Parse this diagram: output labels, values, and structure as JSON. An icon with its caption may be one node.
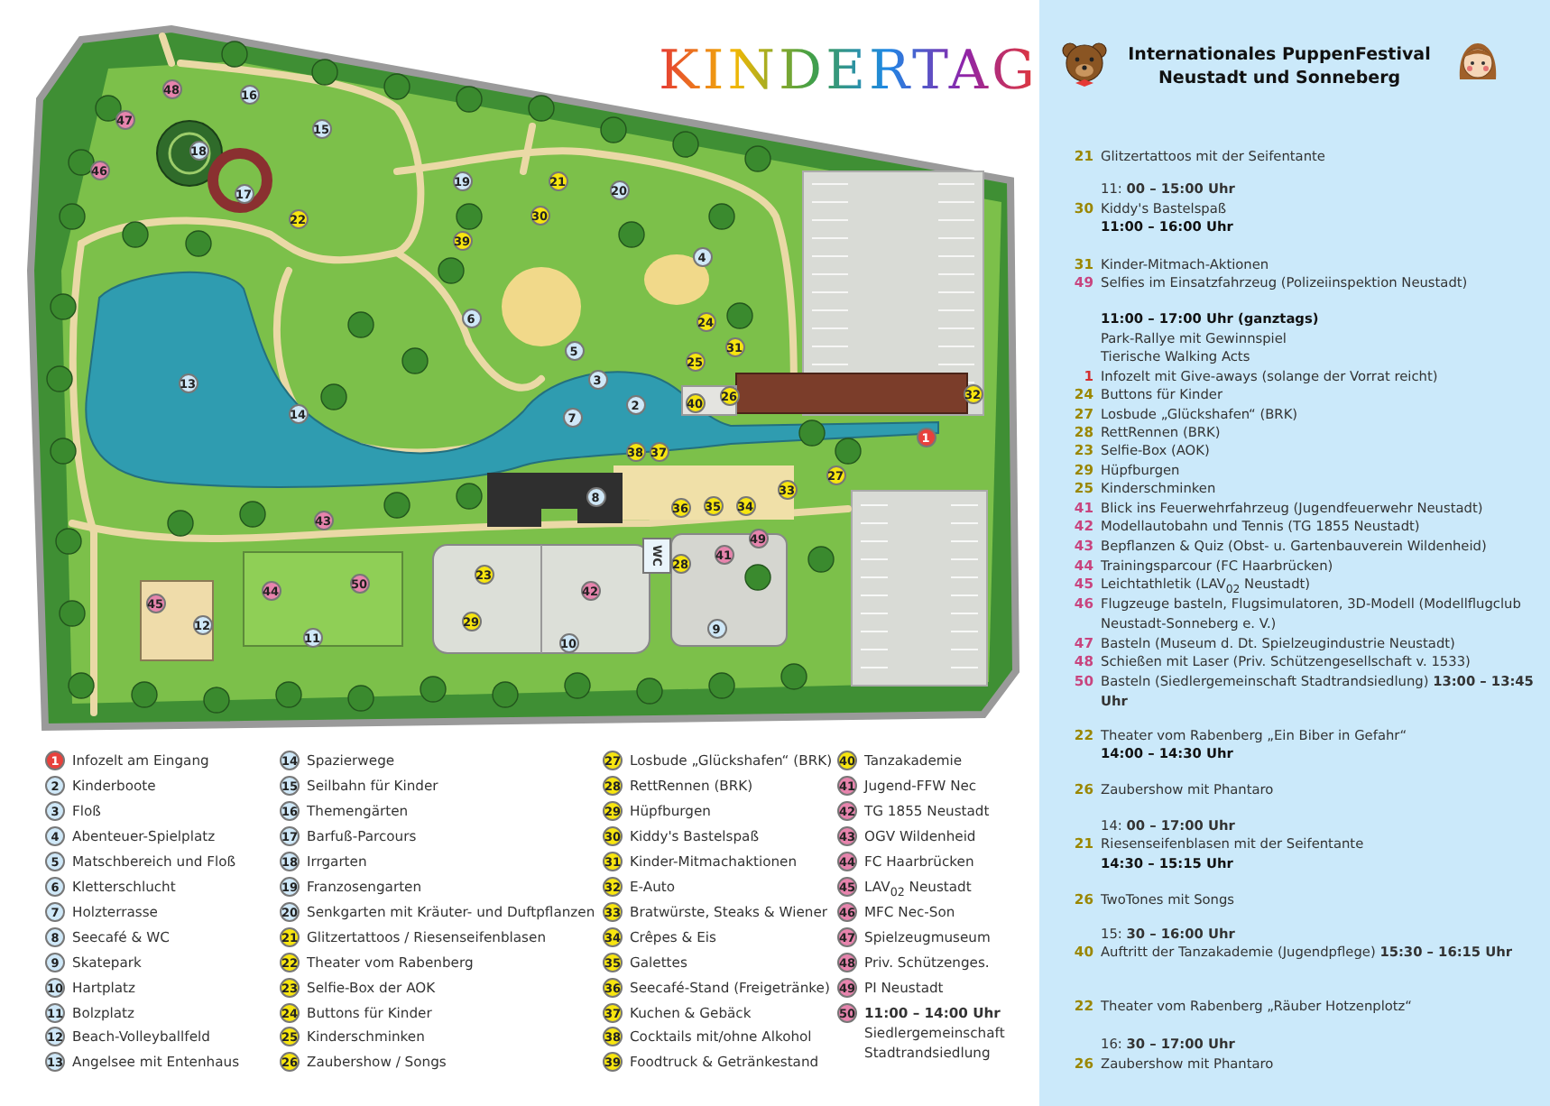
{
  "diagram": {
    "title": "KINDERTAG",
    "labels": [
      "Internationales PuppenFestival Neustadt und Sonneberg",
      "WC",
      "1",
      "2",
      "3",
      "4",
      "5",
      "6",
      "7",
      "8",
      "9",
      "10",
      "11",
      "12",
      "13",
      "14",
      "15",
      "16",
      "17",
      "18",
      "19",
      "20",
      "21",
      "22",
      "23",
      "24",
      "25",
      "26",
      "27",
      "28",
      "29",
      "30",
      "31",
      "32",
      "33",
      "36",
      "35",
      "34",
      "38",
      "37",
      "39",
      "40",
      "41",
      "42",
      "43",
      "44",
      "45",
      "46",
      "47",
      "48",
      "49",
      "50",
      "1",
      "2",
      "3",
      "4",
      "5",
      "6",
      "7",
      "8",
      "9",
      "10",
      "11",
      "12",
      "13",
      "14",
      "15",
      "16",
      "17",
      "18",
      "19",
      "20",
      "21",
      "22",
      "23",
      "24",
      "25",
      "26",
      "27",
      "28",
      "29",
      "30",
      "31",
      "32",
      "33",
      "34",
      "35",
      "36",
      "37",
      "38",
      "39",
      "40",
      "41",
      "42",
      "43",
      "44",
      "45",
      "46",
      "47",
      "48",
      "49",
      "50",
      "21",
      "Glitzertattoos mit der Seifentante",
      "11: **00 – 15:00 Uhr**",
      "30",
      "Kiddy's Bastelspaß",
      "11:00 – 16:00 Uhr",
      "31",
      "Kinder-Mitmach-Aktionen",
      "49",
      "Selfies im Einsatzfahrzeug (Polizeiinspektion Neustadt)",
      "11:00 – 17:00 Uhr (ganztags)",
      "Park-Rallye mit Gewinnspiel",
      "Tierische Walking Acts",
      "1",
      "Infozelt mit Give-aways (solange der Vorrat reicht)",
      "24",
      "Buttons für Kinder",
      "27",
      "Losbude „Glückshafen“ (BRK)",
      "28",
      "RettRennen (BRK)",
      "23",
      "Selfie-Box (AOK)",
      "29",
      "Hüpfburgen",
      "25",
      "Kinderschminken",
      "41",
      "Blick ins Feuerwehrfahrzeug (Jugendfeuerwehr Neustadt)",
      "42",
      "Modellautobahn und Tennis (TG 1855 Neustadt)",
      "43",
      "Bepflanzen & Quiz (Obst- u. Gartenbauverein Wildenheid)",
      "44",
      "Trainingsparcour (FC Haarbrücken)",
      "45",
      "Leichtathletik (LAV$_{02}$ Neustadt)",
      "46",
      "Flugzeuge basteln, Flugsimulatoren, 3D-Modell (Modellflugclub Neustadt-Sonneberg e. V.)",
      "47",
      "Basteln (Museum d. Dt. Spielzeugindustrie Neustadt)",
      "48",
      "Schießen mit Laser (Priv. Schützengesellschaft v. 1533)",
      "50",
      "Basteln (Siedlergemeinschaft Stadtrandsiedlung) **13:00 – 13:45 Uhr**",
      "22",
      "Theater vom Rabenberg „Ein Biber in Gefahr“",
      "14:00 – 14:30 Uhr",
      "26",
      "Zaubershow mit Phantaro",
      "14: **00 – 17:00 Uhr**",
      "21",
      "Riesenseifenblasen mit der Seifentante",
      "14:30 – 15:15 Uhr",
      "26",
      "TwoTones mit Songs",
      "15: **30 – 16:00 Uhr**",
      "40",
      "Auftritt  der Tanzakademie (Jugendpflege) **15:30 – 16:15 Uhr**",
      "22",
      "Theater vom Rabenberg „Räuber Hotzenplotz“",
      "16: **30 – 17:00 Uhr**",
      "26",
      "Zaubershow mit Phantaro"
    ],
    "legend": [
      {
        "text": "Infozelt am Eingang",
        "color": "#e8413c"
      },
      {
        "text": "Kinderboote",
        "color": "#cfe8f8"
      },
      {
        "text": "Floß",
        "color": "#cfe8f8"
      },
      {
        "text": "Abenteuer-Spielplatz",
        "color": "#cfe8f8"
      },
      {
        "text": "Matschbereich und Floß",
        "color": "#cfe8f8"
      },
      {
        "text": "Kletterschlucht",
        "color": "#cfe8f8"
      },
      {
        "text": "Holzterrasse",
        "color": "#cfe8f8"
      },
      {
        "text": "Seecafé & WC",
        "color": "#cfe8f8"
      },
      {
        "text": "Skatepark",
        "color": "#cfe8f8"
      },
      {
        "text": "Hartplatz",
        "color": "#cfe8f8"
      },
      {
        "text": "Bolzplatz",
        "color": "#cfe8f8"
      },
      {
        "text": "Beach-Volleyballfeld",
        "color": "#cfe8f8"
      },
      {
        "text": "Angelsee mit Entenhaus",
        "color": "#cfe8f8"
      },
      {
        "text": "Spazierwege",
        "color": "#cfe8f8"
      },
      {
        "text": "Seilbahn für Kinder",
        "color": "#cfe8f8"
      },
      {
        "text": "Themengärten",
        "color": "#cfe8f8"
      },
      {
        "text": "Barfuß-Parcours",
        "color": "#cfe8f8"
      },
      {
        "text": "Irrgarten",
        "color": "#cfe8f8"
      },
      {
        "text": "Franzosengarten",
        "color": "#cfe8f8"
      },
      {
        "text": "Senkgarten mit Kräuter- und Duftpflanzen",
        "color": "#cfe8f8"
      },
      {
        "text": "Glitzertattoos / Riesenseifenblasen",
        "color": "#f7e510"
      },
      {
        "text": "Theater vom Rabenberg",
        "color": "#f7e510"
      },
      {
        "text": "Selfie-Box der AOK",
        "color": "#f7e510"
      },
      {
        "text": "Buttons für Kinder",
        "color": "#f7e510"
      },
      {
        "text": "Kinderschminken",
        "color": "#f7e510"
      },
      {
        "text": "Zaubershow / Songs",
        "color": "#f7e510"
      },
      {
        "text": "Losbude „Glückshafen“ (BRK)",
        "color": "#f7e510"
      },
      {
        "text": "RettRennen (BRK)",
        "color": "#f7e510"
      },
      {
        "text": "Hüpfburgen",
        "color": "#f7e510"
      },
      {
        "text": "Kiddy's Bastelspaß",
        "color": "#f7e510"
      },
      {
        "text": "Kinder-Mitmachaktionen",
        "color": "#f7e510"
      },
      {
        "text": "E-Auto",
        "color": "#f7e510"
      },
      {
        "text": "Bratwürste, Steaks & Wiener",
        "color": "#f7e510"
      },
      {
        "text": "Crêpes & Eis",
        "color": "#f7e510"
      },
      {
        "text": "Galettes",
        "color": "#f7e510"
      },
      {
        "text": "Seecafé-Stand (Freigetränke)",
        "color": "#f7e510"
      },
      {
        "text": "Kuchen & Gebäck",
        "color": "#f7e510"
      },
      {
        "text": "Cocktails mit/ohne Alkohol",
        "color": "#f7e510"
      },
      {
        "text": "Foodtruck & Getränkestand",
        "color": "#f7e510"
      },
      {
        "text": "Tanzakademie",
        "color": "#f7e510"
      },
      {
        "text": "Jugend-FFW Nec",
        "color": "#e784ad"
      },
      {
        "text": "TG 1855 Neustadt",
        "color": "#e784ad"
      },
      {
        "text": "OGV Wildenheid",
        "color": "#e784ad"
      },
      {
        "text": "FC Haarbrücken",
        "color": "#e784ad"
      },
      {
        "text": "LAV$_{02}$ Neustadt",
        "color": "#e784ad"
      },
      {
        "text": "MFC Nec-Son",
        "color": "#e784ad"
      },
      {
        "text": "Spielzeugmuseum",
        "color": "#e784ad"
      },
      {
        "text": "Priv. Schützenges.",
        "color": "#e784ad"
      },
      {
        "text": "PI Neustadt",
        "color": "#e784ad"
      },
      {
        "text": "**11:00 – 14:00 Uhr** Siedlergemeinschaft Stadtrandsiedlung",
        "color": "#e784ad"
      }
    ]
  }
}
